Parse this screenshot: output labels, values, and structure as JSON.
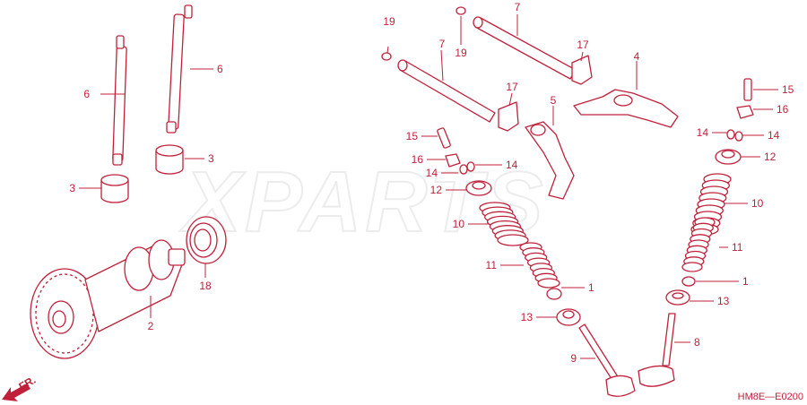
{
  "diagram": {
    "watermark": "XPARTS",
    "drawing_code": "HM8E—E0200",
    "front_marker": "FR.",
    "colors": {
      "line": "#c0203a",
      "background": "#ffffff",
      "watermark": "#ececec"
    },
    "callouts": [
      {
        "id": "c6a",
        "number": "6"
      },
      {
        "id": "c6b",
        "number": "6"
      },
      {
        "id": "c3a",
        "number": "3"
      },
      {
        "id": "c3b",
        "number": "3"
      },
      {
        "id": "c18",
        "number": "18"
      },
      {
        "id": "c2",
        "number": "2"
      },
      {
        "id": "c19a",
        "number": "19"
      },
      {
        "id": "c19b",
        "number": "19"
      },
      {
        "id": "c7a",
        "number": "7"
      },
      {
        "id": "c7b",
        "number": "7"
      },
      {
        "id": "c17a",
        "number": "17"
      },
      {
        "id": "c17b",
        "number": "17"
      },
      {
        "id": "c4",
        "number": "4"
      },
      {
        "id": "c5",
        "number": "5"
      },
      {
        "id": "c15a",
        "number": "15"
      },
      {
        "id": "c16a",
        "number": "16"
      },
      {
        "id": "c14a",
        "number": "14"
      },
      {
        "id": "c14b",
        "number": "14"
      },
      {
        "id": "c12a",
        "number": "12"
      },
      {
        "id": "c10a",
        "number": "10"
      },
      {
        "id": "c11a",
        "number": "11"
      },
      {
        "id": "c1a",
        "number": "1"
      },
      {
        "id": "c13a",
        "number": "13"
      },
      {
        "id": "c9",
        "number": "9"
      },
      {
        "id": "c15b",
        "number": "15"
      },
      {
        "id": "c16b",
        "number": "16"
      },
      {
        "id": "c14c",
        "number": "14"
      },
      {
        "id": "c14d",
        "number": "14"
      },
      {
        "id": "c12b",
        "number": "12"
      },
      {
        "id": "c10b",
        "number": "10"
      },
      {
        "id": "c11b",
        "number": "11"
      },
      {
        "id": "c1b",
        "number": "1"
      },
      {
        "id": "c13b",
        "number": "13"
      },
      {
        "id": "c8",
        "number": "8"
      }
    ]
  }
}
